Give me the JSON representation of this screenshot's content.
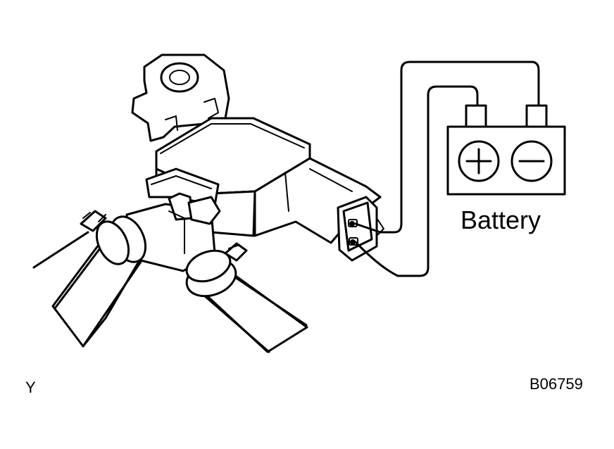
{
  "labels": {
    "battery": "Battery",
    "view_code": "Y",
    "figure_code": "B06759"
  },
  "symbols": {
    "positive": "+",
    "negative": "−"
  },
  "colors": {
    "line": "#000000",
    "background": "#ffffff"
  }
}
